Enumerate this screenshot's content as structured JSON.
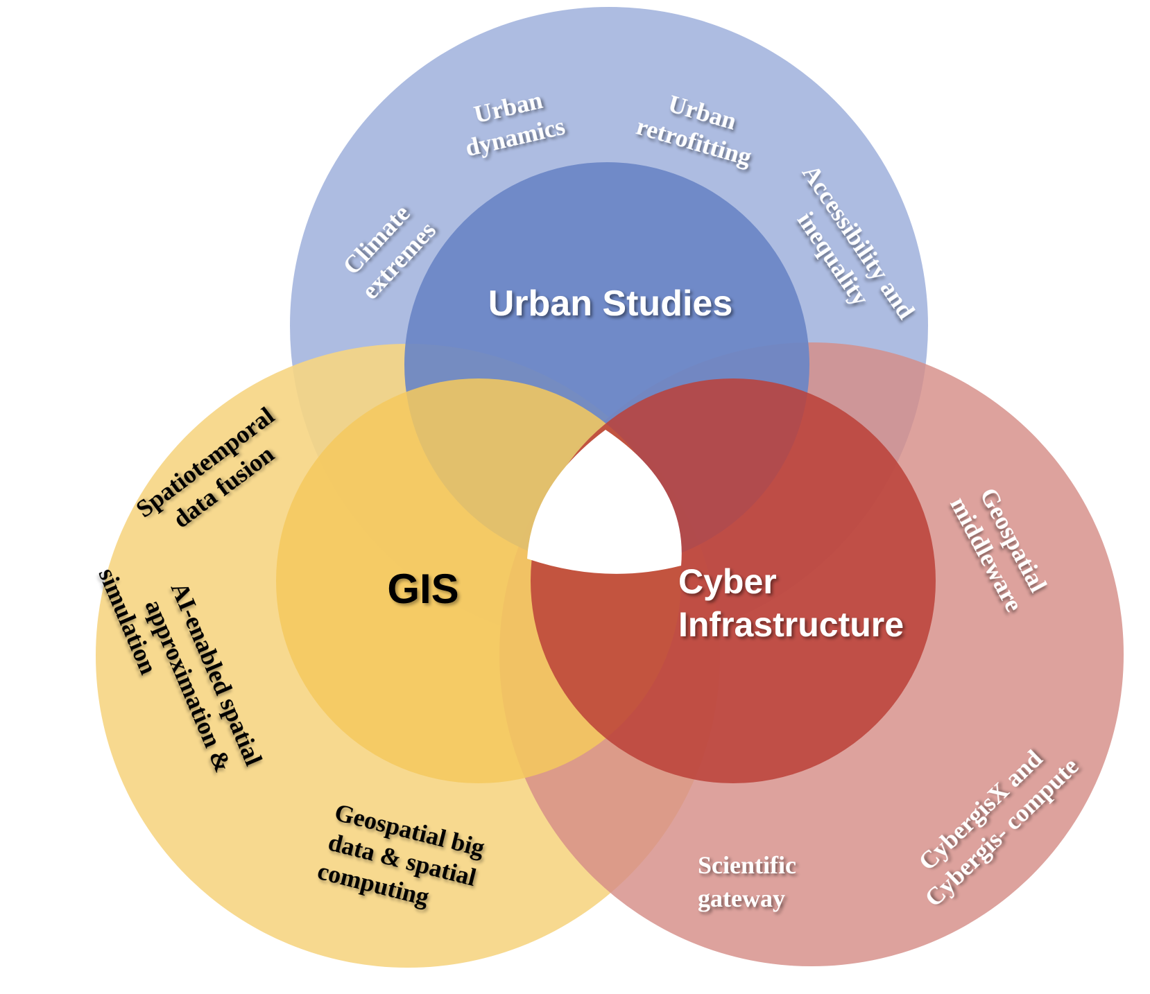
{
  "colors": {
    "outer_blue": "#A6B6DE",
    "outer_yellow": "#F6D583",
    "outer_red": "#D58D87",
    "inner_blue": "#6A85C6",
    "inner_yellow": "#F5C85E",
    "inner_red": "#BC4139",
    "center": "#FFFFFF"
  },
  "main_labels": {
    "urban": "Urban Studies",
    "gis": "GIS",
    "cyber_line1": "Cyber",
    "cyber_line2": "Infrastructure"
  },
  "urban_topics": {
    "dynamics_l1": "Urban",
    "dynamics_l2": "dynamics",
    "retrofit_l1": "Urban",
    "retrofit_l2": "retrofitting",
    "climate_l1": "Climate",
    "climate_l2": "extremes",
    "access_l1": "Accessibility and",
    "access_l2": "inequality"
  },
  "gis_topics": {
    "fusion_l1": "Spatiotemporal",
    "fusion_l2": "data fusion",
    "ai_l1": "AI-enabled spatial",
    "ai_l2": "approximation &",
    "ai_l3": "simulation",
    "bigdata_l1": "Geospatial big",
    "bigdata_l2": "data & spatial",
    "bigdata_l3": "computing"
  },
  "cyber_topics": {
    "middleware_l1": "Geospatial",
    "middleware_l2": "middleware",
    "cybergisx_l1": "CybergisX and",
    "cybergisx_l2": "Cybergis- compute",
    "gateway_l1": "Scientific",
    "gateway_l2": "gateway"
  }
}
